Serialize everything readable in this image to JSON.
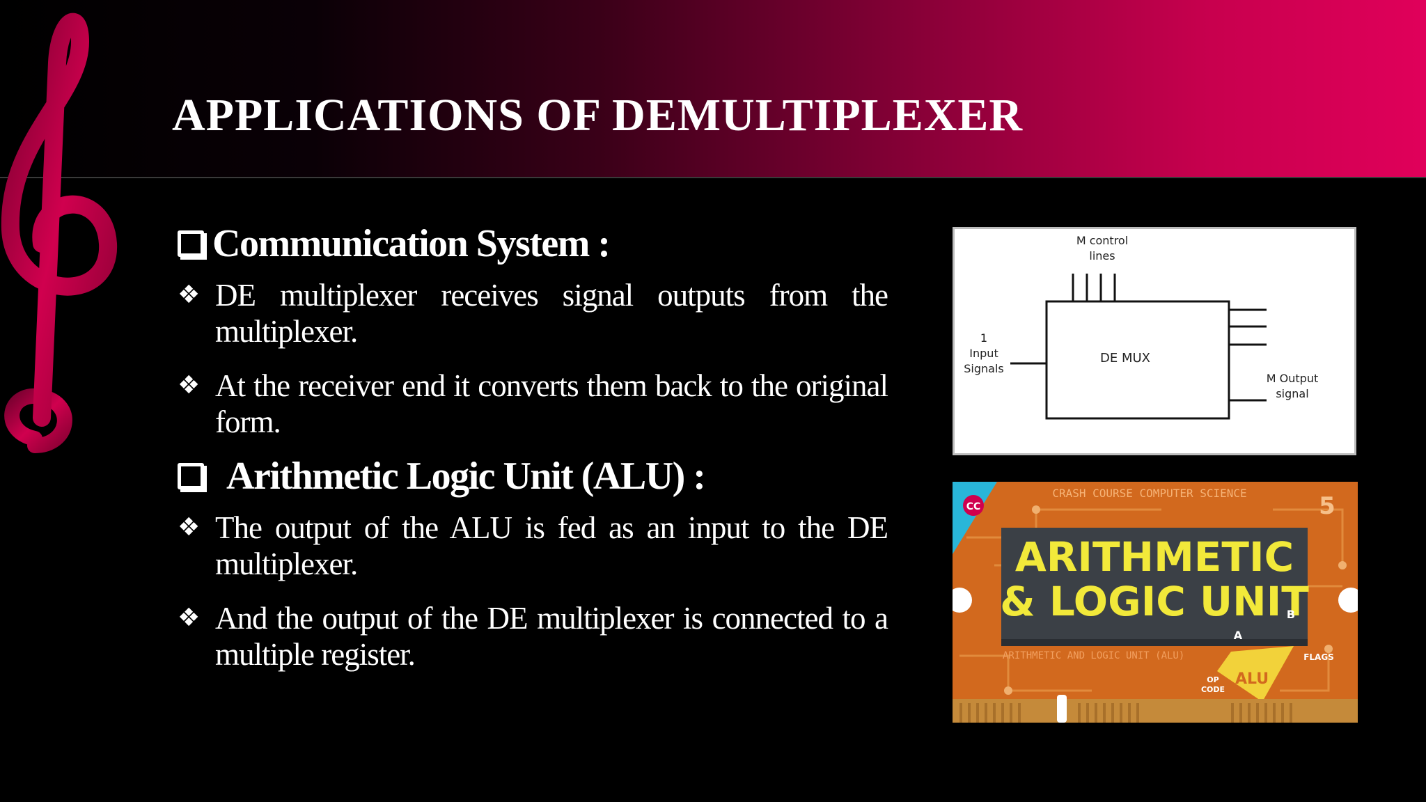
{
  "slide": {
    "title": "APPLICATIONS OF DEMULTIPLEXER",
    "colors": {
      "banner_accent": "#e0005a",
      "background": "#000000",
      "text": "#ffffff",
      "alu_orange": "#d2691e"
    }
  },
  "sections": [
    {
      "heading": "Communication System :",
      "bullets": [
        "DE multiplexer receives signal outputs from  the multiplexer.",
        "At the receiver end it converts them back to the original form."
      ]
    },
    {
      "heading": "Arithmetic Logic Unit (ALU) :",
      "bullets": [
        "The output of the ALU is fed as an input to the DE multiplexer.",
        "And the output of the DE multiplexer is connected to a multiple register."
      ]
    }
  ],
  "diagram": {
    "control_label_1": "M control",
    "control_label_2": "lines",
    "input_label_1": "1",
    "input_label_2": "Input",
    "input_label_3": "Signals",
    "box_label": "DE MUX",
    "output_label_1": "M Output",
    "output_label_2": "signal"
  },
  "alu_image": {
    "header": "CRASH COURSE COMPUTER SCIENCE",
    "episode": "5",
    "logo": "CC",
    "title_1": "ARITHMETIC",
    "title_2": "& LOGIC UNIT",
    "subtitle": "ARITHMETIC AND LOGIC UNIT (ALU)",
    "label_a": "A",
    "label_b": "B",
    "label_flags": "FLAGS",
    "label_opcode_1": "OP",
    "label_opcode_2": "CODE",
    "label_alu": "ALU"
  }
}
